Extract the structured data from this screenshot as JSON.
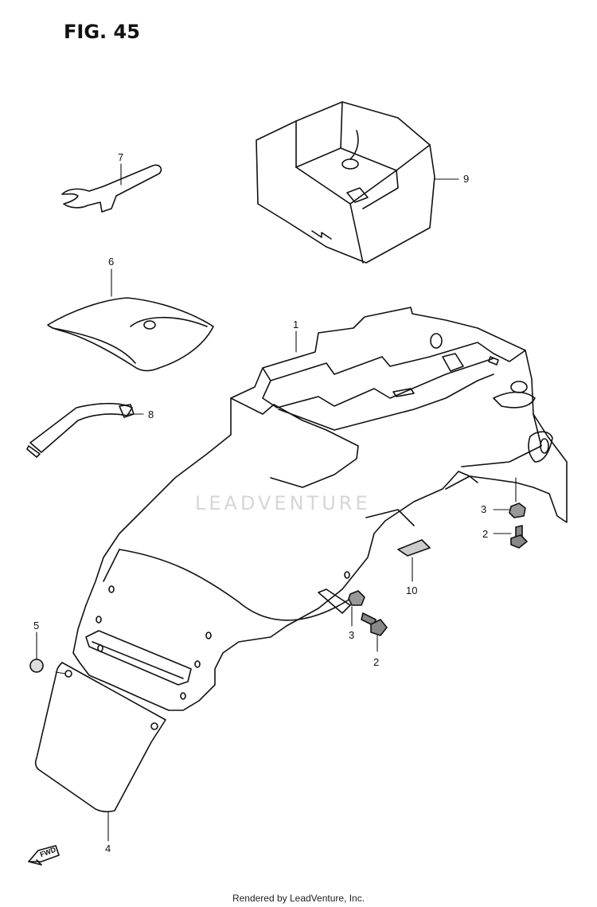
{
  "title": "FIG. 45",
  "watermark": "LEADVENTURE",
  "footer": "Rendered by LeadVenture, Inc.",
  "front_marker": "FWD",
  "callouts": {
    "c1": "1",
    "c2a": "2",
    "c2b": "2",
    "c3a": "3",
    "c3b": "3",
    "c4": "4",
    "c5": "5",
    "c6": "6",
    "c7": "7",
    "c8": "8",
    "c9": "9",
    "c10": "10"
  }
}
